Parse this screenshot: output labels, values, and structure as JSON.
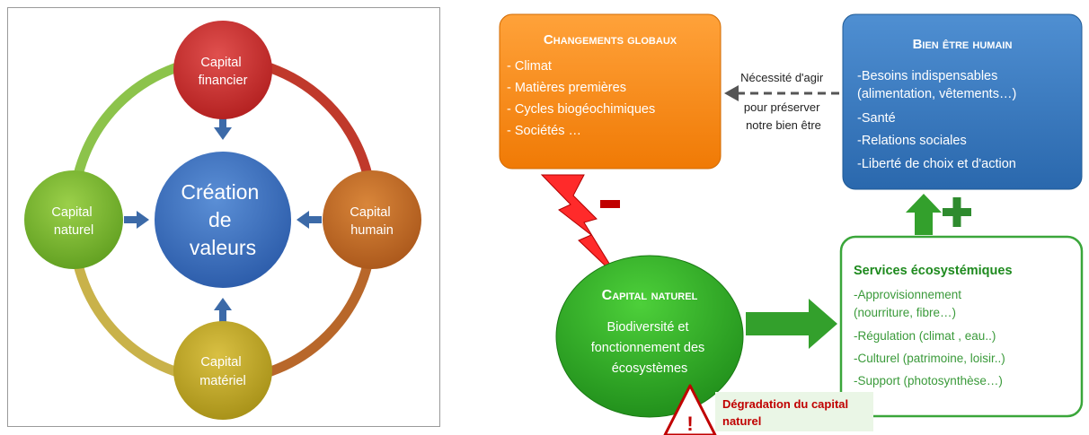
{
  "left_diagram": {
    "center": [
      "Création",
      "de",
      "valeurs"
    ],
    "top": [
      "Capital",
      "financier"
    ],
    "left": [
      "Capital",
      "naturel"
    ],
    "right": [
      "Capital",
      "humain"
    ],
    "bottom": [
      "Capital",
      "matériel"
    ]
  },
  "right_diagram": {
    "changements": {
      "title": "Changements globaux",
      "items": [
        "- Climat",
        "- Matières premières",
        "- Cycles biogéochimiques",
        "- Sociétés …"
      ]
    },
    "bien_etre": {
      "title": "Bien être humain",
      "items": [
        "-Besoins indispensables",
        "(alimentation, vêtements…)",
        "-Santé",
        "-Relations sociales",
        "-Liberté de choix et d'action"
      ]
    },
    "necessite": [
      "Nécessité d'agir",
      "pour préserver",
      "notre bien être"
    ],
    "capital_naturel": {
      "title": "Capital naturel",
      "lines": [
        "Biodiversité et",
        "fonctionnement des",
        "écosystèmes"
      ]
    },
    "services": {
      "title": "Services écosystémiques",
      "items": [
        "-Approvisionnement",
        "(nourriture, fibre…)",
        "-Régulation (climat , eau..)",
        "-Culturel (patrimoine, loisir..)",
        "-Support (photosynthèse…)"
      ]
    },
    "minus_sign": "-",
    "plus_sign": "+",
    "warning_mark": "!",
    "degradation": [
      "Dégradation du capital",
      "naturel"
    ]
  },
  "colors": {
    "orange": "#ff8c1a",
    "blue": "#2e74b5",
    "green": "#33a02c",
    "red": "#e31a1c",
    "dark_red": "#c00000"
  }
}
